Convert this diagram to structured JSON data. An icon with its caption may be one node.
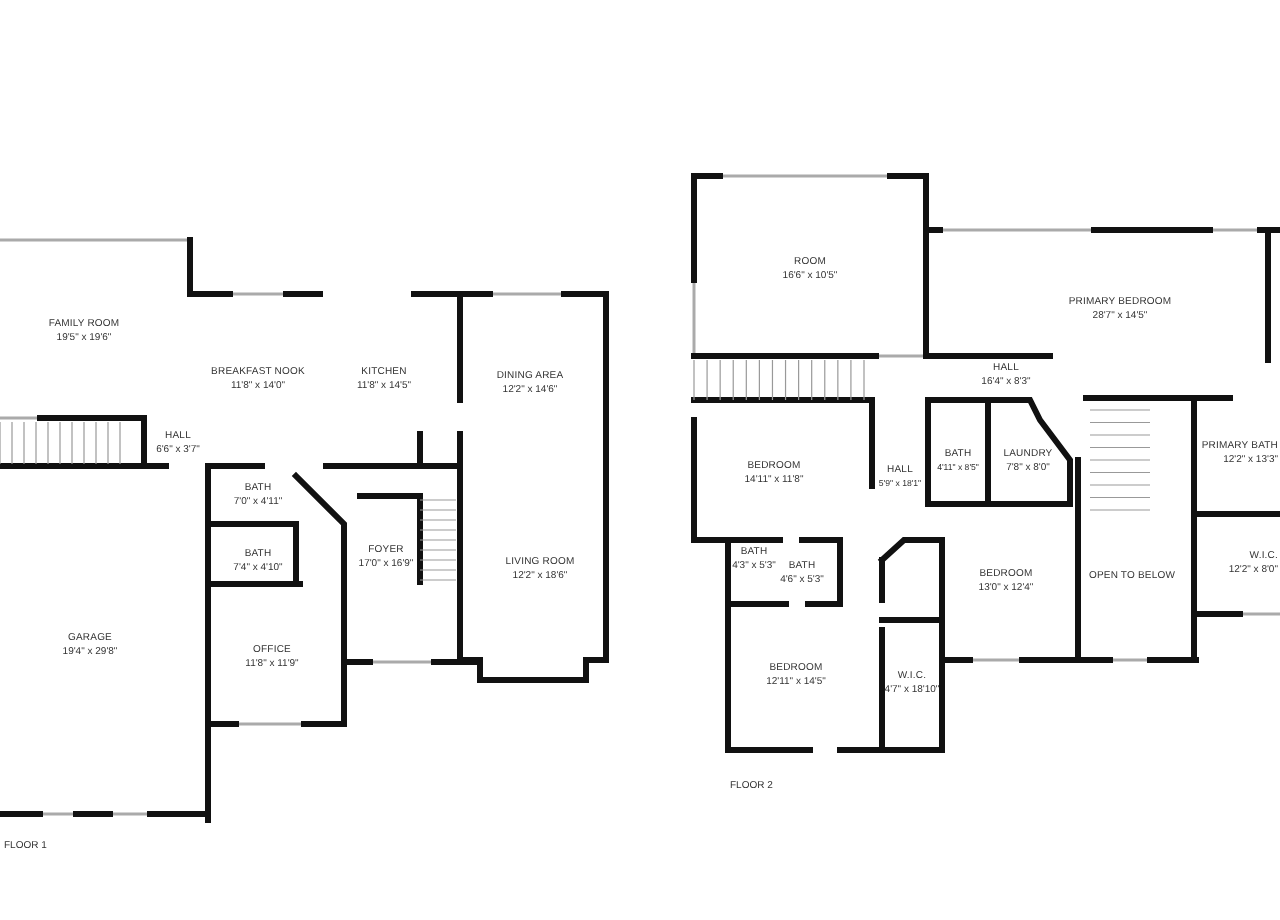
{
  "diagram": {
    "labels": [
      "FAMILY ROOM",
      "19'5\" x 19'6\"",
      "BREAKFAST NOOK",
      "11'8\" x 14'0\"",
      "KITCHEN",
      "11'8\" x 14'5\"",
      "DINING AREA",
      "12'2\" x 14'6\"",
      "HALL",
      "6'6\" x 3'7\"",
      "BATH",
      "7'0\" x 4'11\"",
      "BATH",
      "7'4\" x 4'10\"",
      "FOYER",
      "17'0\" x 16'9\"",
      "LIVING ROOM",
      "12'2\" x 18'6\"",
      "GARAGE",
      "19'4\" x 29'8\"",
      "OFFICE",
      "11'8\" x 11'9\"",
      "FLOOR 1",
      "ROOM",
      "16'6\" x 10'5\"",
      "PRIMARY BEDROOM",
      "28'7\" x 14'5\"",
      "HALL",
      "16'4\" x 8'3\"",
      "BEDROOM",
      "14'11\" x 11'8\"",
      "HALL",
      "5'9\" x 18'1\"",
      "BATH",
      "4'11\" x 8'5\"",
      "LAUNDRY",
      "7'8\" x 8'0\"",
      "PRIMARY BATH",
      "12'2\" x 13'3\"",
      "BATH",
      "4'3\" x 5'3\"",
      "BATH",
      "4'6\" x 5'3\"",
      "BEDROOM",
      "13'0\" x 12'4\"",
      "OPEN TO BELOW",
      "W.I.C.",
      "12'2\" x 8'0\"",
      "BEDROOM",
      "12'11\" x 14'5\"",
      "W.I.C.",
      "4'7\" x 18'10\"",
      "FLOOR 2"
    ]
  }
}
